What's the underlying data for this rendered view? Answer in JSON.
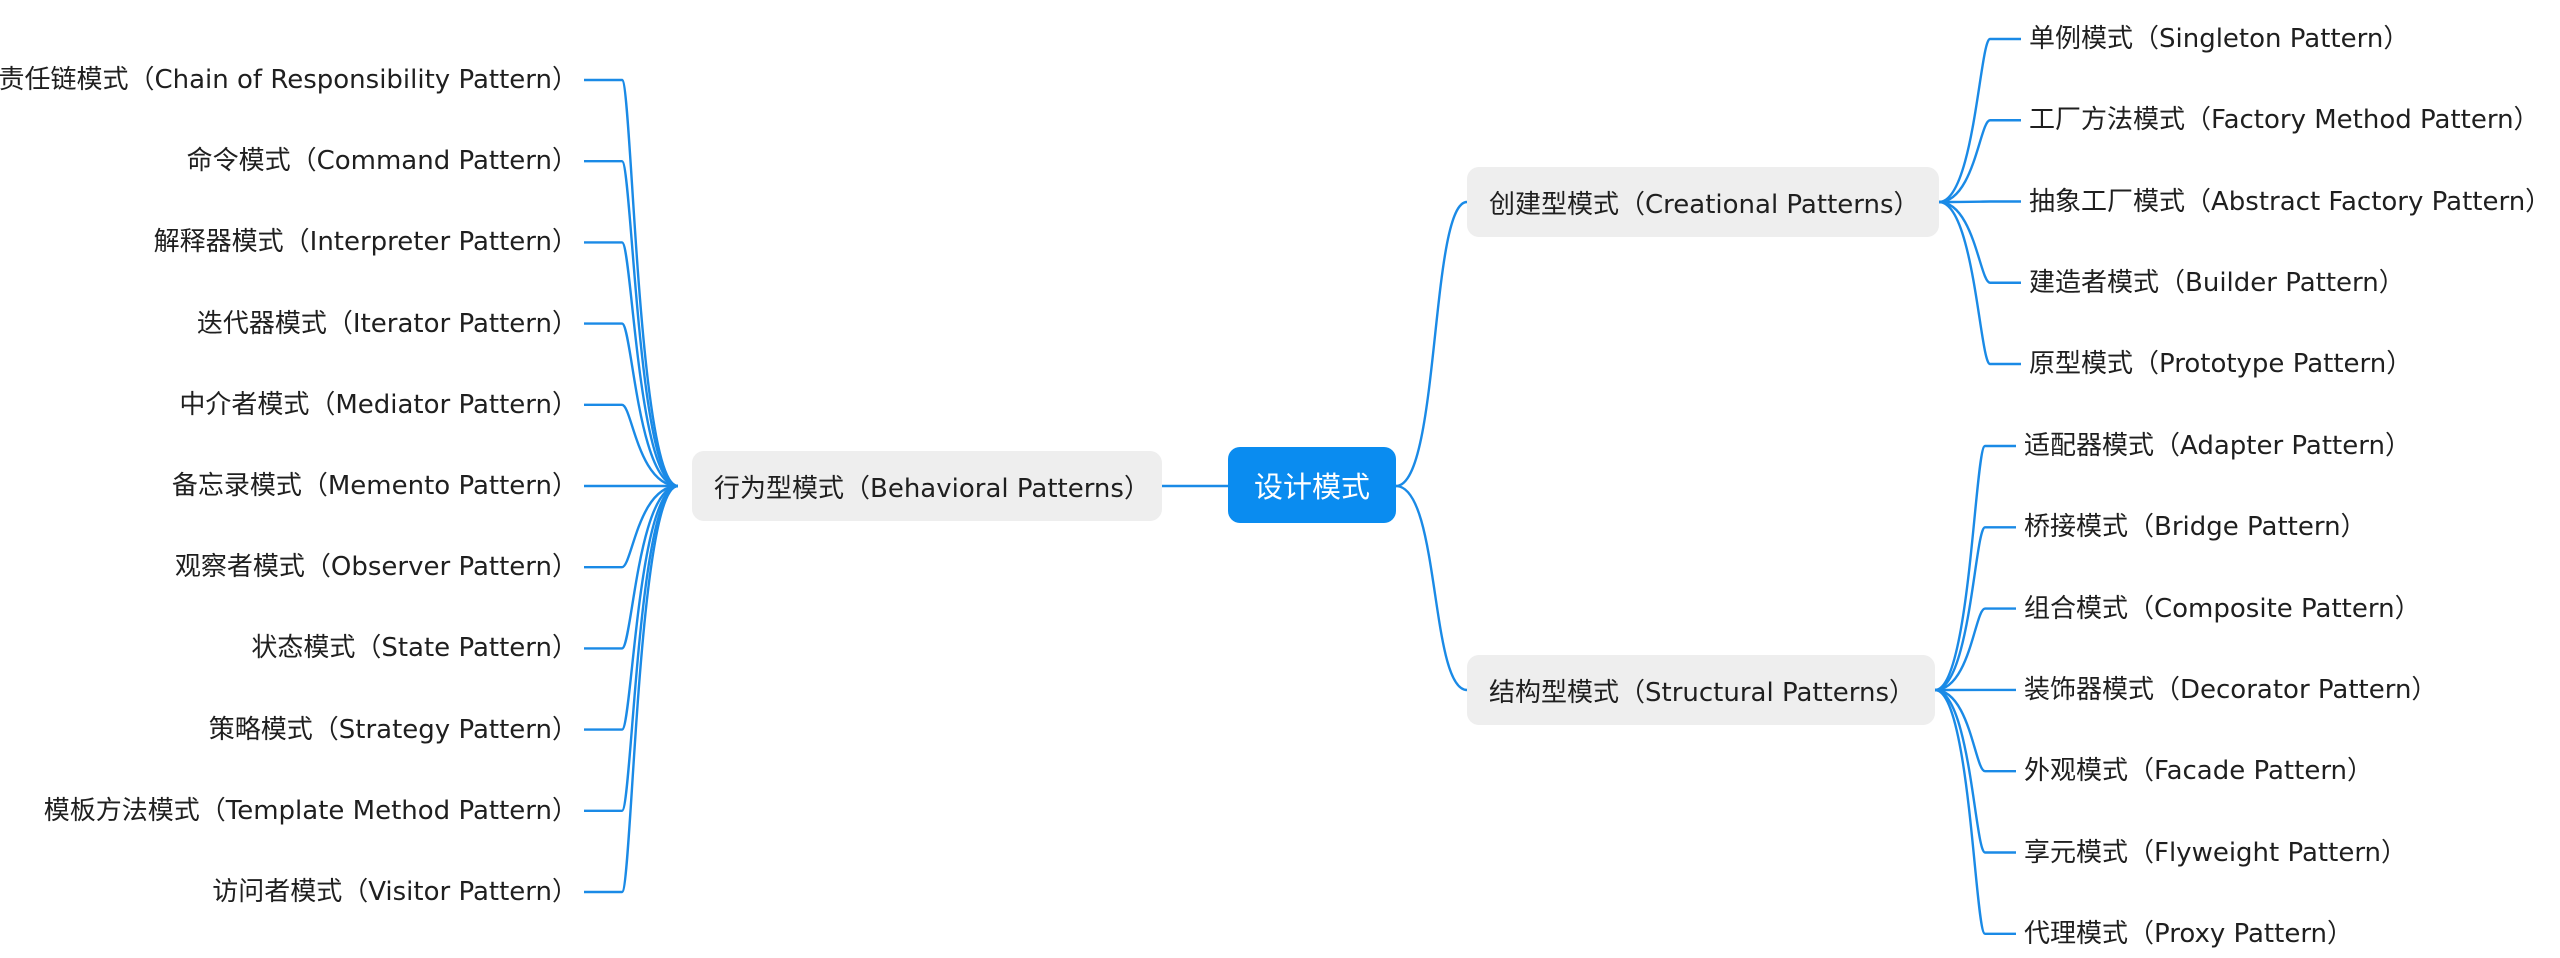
{
  "colors": {
    "accent": "#0a8cf0",
    "branch_bg": "#eeeeee",
    "text": "#1f1f1f",
    "connector": "#1a8ae6"
  },
  "root": {
    "label": "设计模式"
  },
  "branches": {
    "behavioral": {
      "label": "行为型模式（Behavioral Patterns）",
      "children": [
        "责任链模式（Chain of Responsibility Pattern）",
        "命令模式（Command Pattern）",
        "解释器模式（Interpreter Pattern）",
        "迭代器模式（Iterator Pattern）",
        "中介者模式（Mediator Pattern）",
        "备忘录模式（Memento Pattern）",
        "观察者模式（Observer Pattern）",
        "状态模式（State Pattern）",
        "策略模式（Strategy Pattern）",
        "模板方法模式（Template Method Pattern）",
        "访问者模式（Visitor Pattern）"
      ]
    },
    "creational": {
      "label": "创建型模式（Creational Patterns）",
      "children": [
        "单例模式（Singleton Pattern）",
        "工厂方法模式（Factory Method Pattern）",
        "抽象工厂模式（Abstract Factory Pattern）",
        "建造者模式（Builder Pattern）",
        "原型模式（Prototype Pattern）"
      ]
    },
    "structural": {
      "label": "结构型模式（Structural Patterns）",
      "children": [
        "适配器模式（Adapter Pattern）",
        "桥接模式（Bridge Pattern）",
        "组合模式（Composite Pattern）",
        "装饰器模式（Decorator Pattern）",
        "外观模式（Facade Pattern）",
        "享元模式（Flyweight Pattern）",
        "代理模式（Proxy Pattern）"
      ]
    }
  }
}
